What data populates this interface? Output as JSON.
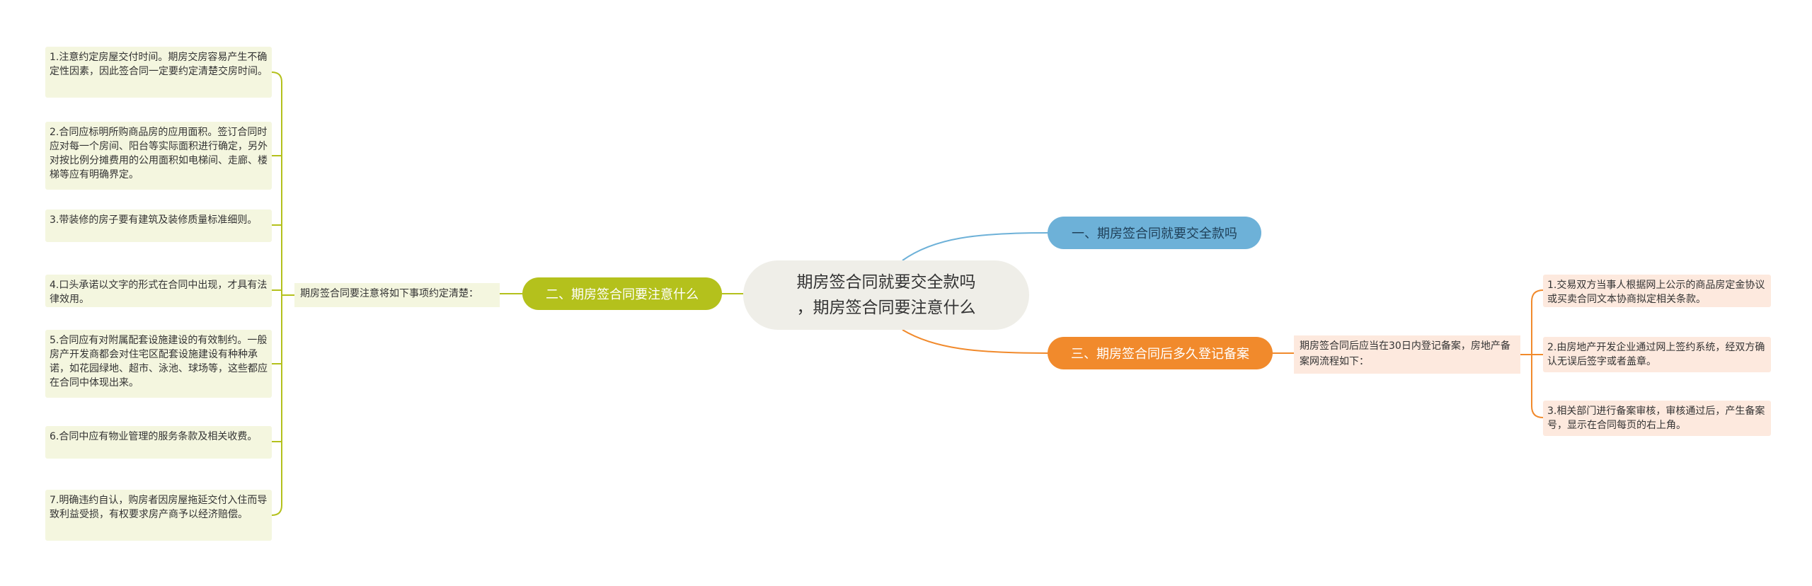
{
  "root": {
    "line1": "期房签合同就要交全款吗",
    "line2": "，期房签合同要注意什么"
  },
  "branches": {
    "b1": {
      "label": "一、期房签合同就要交全款吗",
      "color": "#6db1d8"
    },
    "b2": {
      "label": "二、期房签合同要注意什么",
      "color": "#b4c11c"
    },
    "b3": {
      "label": "三、期房签合同后多久登记备案",
      "color": "#f18a2c"
    }
  },
  "b2_intro": "期房签合同要注意将如下事项约定清楚：",
  "b2_items": [
    "1.注意约定房屋交付时间。期房交房容易产生不确定性因素，因此签合同一定要约定清楚交房时间。",
    "2.合同应标明所购商品房的应用面积。签订合同时应对每一个房间、阳台等实际面积进行确定，另外对按比例分摊费用的公用面积如电梯间、走廊、楼梯等应有明确界定。",
    "3.带装修的房子要有建筑及装修质量标准细则。",
    "4.口头承诺以文字的形式在合同中出现，才具有法律效用。",
    "5.合同应有对附属配套设施建设的有效制约。一般房产开发商都会对住宅区配套设施建设有种种承诺，如花园绿地、超市、泳池、球场等，这些都应在合同中体现出来。",
    "6.合同中应有物业管理的服务条款及相关收费。",
    "7.明确违约自认，购房者因房屋拖延交付入住而导致利益受损，有权要求房产商予以经济赔偿。"
  ],
  "b3_intro": "期房签合同后应当在30日内登记备案，房地产备案网流程如下：",
  "b3_items": [
    "1.交易双方当事人根据网上公示的商品房定金协议或买卖合同文本协商拟定相关条款。",
    "2.由房地产开发企业通过网上签约系统，经双方确认无误后签字或者盖章。",
    "3.相关部门进行备案审核，审核通过后，产生备案号，显示在合同每页的右上角。"
  ]
}
